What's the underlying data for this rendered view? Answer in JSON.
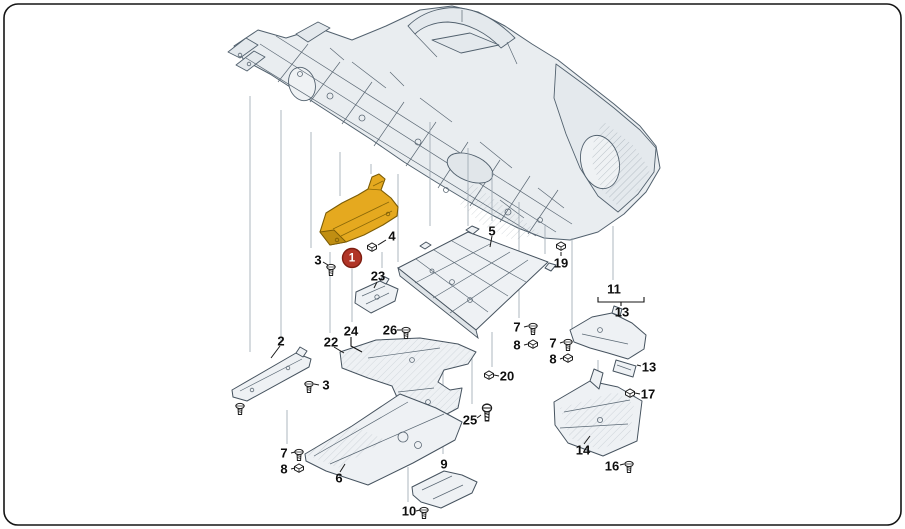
{
  "diagram": {
    "type": "exploded-parts-diagram",
    "subject": "Car underbody trim and floor panels with fasteners",
    "colors": {
      "background": "#ffffff",
      "border": "#151515",
      "drawing_line": "#52616e",
      "highlighted_part_fill": "#e5a91f",
      "highlighted_part_stroke": "#7c5c05",
      "highlight_badge_fill": "#b13527",
      "highlight_badge_stroke": "#7e1d10",
      "label_color": "#0e0e0e"
    },
    "icons": {
      "screw": "screw-icon",
      "clip_nut": "clip-nut-icon",
      "highlighted_callout": "red-circle-badge"
    },
    "callouts": [
      {
        "label": "3"
      },
      {
        "label": "1",
        "highlighted": true
      },
      {
        "label": "4"
      },
      {
        "label": "5"
      },
      {
        "label": "19"
      },
      {
        "label": "23"
      },
      {
        "label": "11"
      },
      {
        "label": "13"
      },
      {
        "label": "26"
      },
      {
        "label": "24"
      },
      {
        "label": "7"
      },
      {
        "label": "8"
      },
      {
        "label": "22"
      },
      {
        "label": "2"
      },
      {
        "label": "7"
      },
      {
        "label": "8"
      },
      {
        "label": "13"
      },
      {
        "label": "3"
      },
      {
        "label": "17"
      },
      {
        "label": "20"
      },
      {
        "label": "25"
      },
      {
        "label": "14"
      },
      {
        "label": "16"
      },
      {
        "label": "7"
      },
      {
        "label": "8"
      },
      {
        "label": "6"
      },
      {
        "label": "9"
      },
      {
        "label": "10"
      }
    ]
  }
}
